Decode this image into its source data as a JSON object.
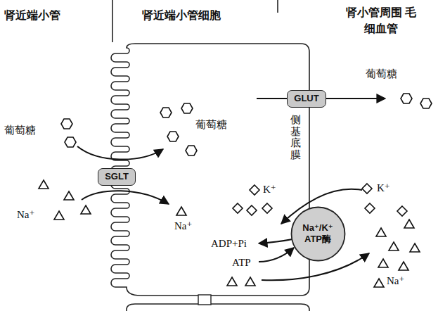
{
  "diagram": {
    "nodes": [
      {
        "text": [
          "GLUT"
        ]
      },
      {
        "text": [
          "SGLT"
        ]
      },
      {
        "text": [
          "Na⁺/K⁺ ATP酶"
        ]
      }
    ],
    "labels": [
      "肾近端小管",
      "肾近端小管细胞",
      "肾小管周围 毛细血管",
      "葡萄糖",
      "葡萄糖",
      "葡萄糖",
      "侧基底膜",
      "Na⁺",
      "Na⁺",
      "K⁺",
      "K⁺",
      "ADP+Pi",
      "ATP",
      "Na⁺"
    ]
  }
}
